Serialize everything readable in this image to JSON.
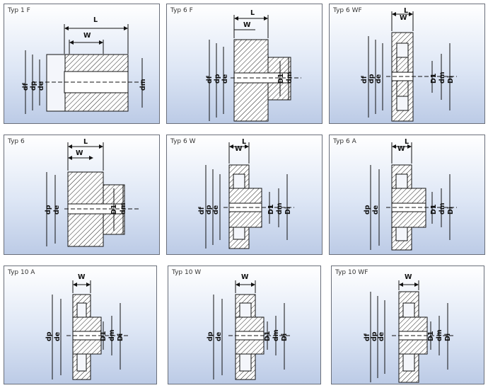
{
  "panels": [
    {
      "title": "Typ 1 F",
      "labels": {
        "top": "L",
        "inner": "W",
        "left": [
          "df",
          "dp",
          "de"
        ],
        "right": [
          "dm"
        ]
      }
    },
    {
      "title": "Typ 6 F",
      "labels": {
        "top": "L",
        "inner": "W",
        "left": [
          "df",
          "dp",
          "de"
        ],
        "right": [
          "D1",
          "dm"
        ]
      }
    },
    {
      "title": "Typ 6 WF",
      "labels": {
        "top": "L",
        "inner": "W",
        "left": [
          "df",
          "dp",
          "de"
        ],
        "right": [
          "D1",
          "dm",
          "Di"
        ]
      }
    },
    {
      "title": "Typ 6",
      "labels": {
        "top": "L",
        "inner": "W",
        "left": [
          "dp",
          "de"
        ],
        "right": [
          "D1",
          "dm"
        ]
      }
    },
    {
      "title": "Typ 6 W",
      "labels": {
        "top": "L",
        "inner": "W",
        "left": [
          "df",
          "dp",
          "de"
        ],
        "right": [
          "D1",
          "dm",
          "Di"
        ]
      }
    },
    {
      "title": "Typ 6 A",
      "labels": {
        "top": "L",
        "inner": "W",
        "left": [
          "dp",
          "de"
        ],
        "right": [
          "D1",
          "dm",
          "Di"
        ]
      }
    },
    {
      "title": "Typ 10 A",
      "labels": {
        "top": "",
        "inner": "W",
        "left": [
          "dp",
          "de"
        ],
        "right": [
          "D1",
          "dm",
          "Di"
        ]
      }
    },
    {
      "title": "Typ 10 W",
      "labels": {
        "top": "",
        "inner": "W",
        "left": [
          "dp",
          "de"
        ],
        "right": [
          "D1",
          "dm",
          "Di"
        ]
      }
    },
    {
      "title": "Typ 10 WF",
      "labels": {
        "top": "",
        "inner": "W",
        "left": [
          "df",
          "dp",
          "de"
        ],
        "right": [
          "D1",
          "dm",
          "Di"
        ]
      }
    }
  ]
}
